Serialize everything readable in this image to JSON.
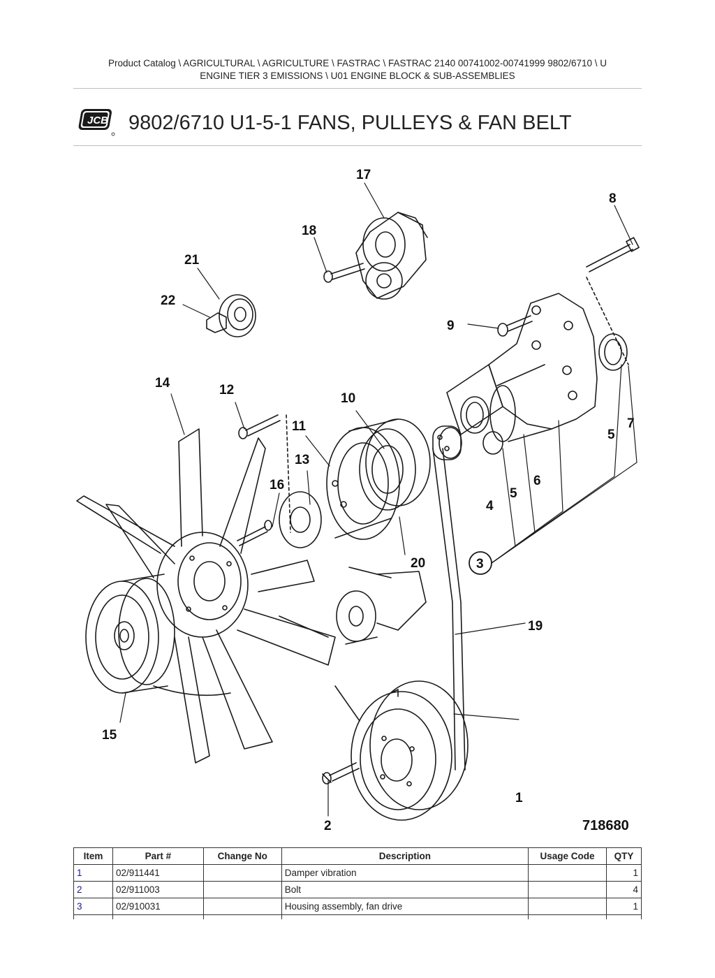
{
  "breadcrumb": {
    "line1": "Product Catalog  \\  AGRICULTURAL  \\  AGRICULTURE  \\  FASTRAC  \\  FASTRAC 2140 00741002-00741999 9802/6710  \\  U",
    "line2": "ENGINE TIER 3 EMISSIONS  \\  U01 ENGINE BLOCK & SUB-ASSEMBLIES"
  },
  "logo": {
    "brand_text": "JCB"
  },
  "title": "9802/6710 U1-5-1 FANS, PULLEYS & FAN BELT",
  "diagram": {
    "reference": "718680",
    "callouts": {
      "c1": "1",
      "c2": "2",
      "c3": "3",
      "c4": "4",
      "c5a": "5",
      "c5b": "5",
      "c6": "6",
      "c7": "7",
      "c8": "8",
      "c9": "9",
      "c10": "10",
      "c11": "11",
      "c12": "12",
      "c13": "13",
      "c14": "14",
      "c15": "15",
      "c16": "16",
      "c17": "17",
      "c18": "18",
      "c19": "19",
      "c20": "20",
      "c21": "21",
      "c22": "22"
    }
  },
  "table": {
    "headers": [
      "Item",
      "Part #",
      "Change No",
      "Description",
      "Usage Code",
      "QTY"
    ],
    "rows": [
      {
        "item": "1",
        "part": "02/911441",
        "change": "",
        "description": "Damper vibration",
        "usage": "",
        "qty": "1"
      },
      {
        "item": "2",
        "part": "02/911003",
        "change": "",
        "description": "Bolt",
        "usage": "",
        "qty": "4"
      },
      {
        "item": "3",
        "part": "02/910031",
        "change": "",
        "description": "Housing assembly, fan drive",
        "usage": "",
        "qty": "1"
      }
    ]
  }
}
